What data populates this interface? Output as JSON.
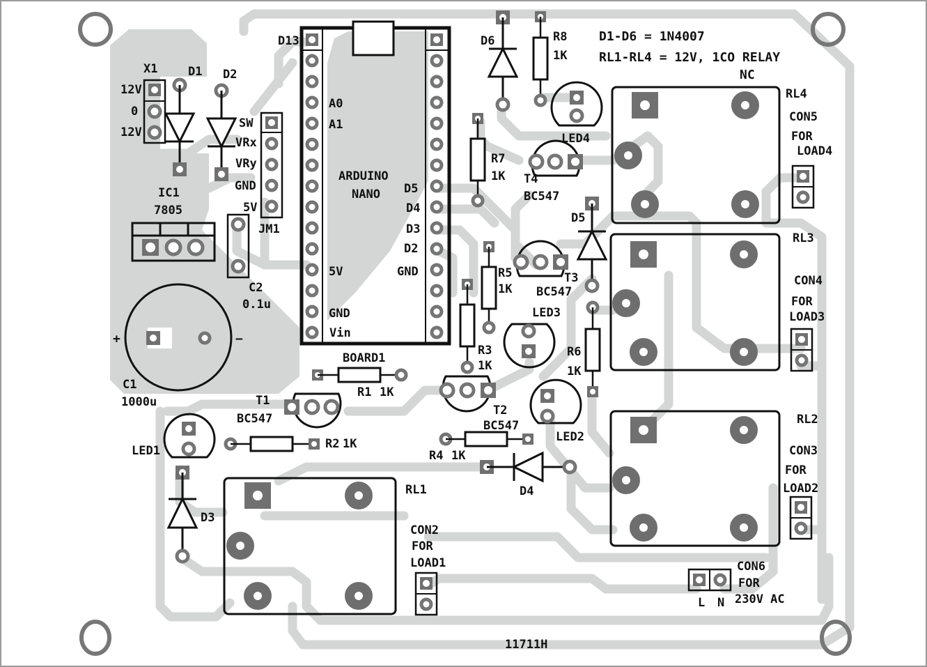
{
  "title": "Arduino Nano joystick-controlled 4-relay board PCB component layout",
  "board_code": "11711H",
  "notes": {
    "diodes": "D1-D6 = 1N4007",
    "relays": "RL1-RL4 = 12V, 1CO RELAY",
    "nc": "NC"
  },
  "colors": {
    "copper_trace": "#d4d6d6",
    "pad": "#707070",
    "silkscreen": "#111111",
    "mount_hole": "#777777"
  },
  "power": {
    "x1": {
      "ref": "X1",
      "pins": [
        "12V",
        "0",
        "12V"
      ]
    },
    "d1": "D1",
    "d2": "D2",
    "ic1": {
      "ref": "IC1",
      "value": "7805"
    },
    "c1": {
      "ref": "C1",
      "value": "1000u",
      "plus": "+",
      "minus": "−"
    },
    "c2": {
      "ref": "C2",
      "value": "0.1u"
    }
  },
  "joystick": {
    "ref": "JM1",
    "pins": [
      "SW",
      "VRx",
      "VRy",
      "GND",
      "5V"
    ]
  },
  "arduino": {
    "line1": "ARDUINO",
    "line2": "NANO",
    "left_pins": {
      "d13": "D13",
      "a0": "A0",
      "a1": "A1",
      "v5": "5V",
      "gnd": "GND",
      "vin": "Vin"
    },
    "right_pins": {
      "d5": "D5",
      "d4": "D4",
      "d3": "D3",
      "d2": "D2",
      "gnd": "GND"
    },
    "board_ref": "BOARD1"
  },
  "resistors": [
    {
      "ref": "R1",
      "value": "1K"
    },
    {
      "ref": "R2",
      "value": "1K"
    },
    {
      "ref": "R3",
      "value": "1K"
    },
    {
      "ref": "R4",
      "value": "1K"
    },
    {
      "ref": "R5",
      "value": "1K"
    },
    {
      "ref": "R6",
      "value": "1K"
    },
    {
      "ref": "R7",
      "value": "1K"
    },
    {
      "ref": "R8",
      "value": "1K"
    }
  ],
  "transistors": [
    {
      "ref": "T1",
      "value": "BC547"
    },
    {
      "ref": "T2",
      "value": "BC547"
    },
    {
      "ref": "T3",
      "value": "BC547"
    },
    {
      "ref": "T4",
      "value": "BC547"
    }
  ],
  "leds": [
    "LED1",
    "LED2",
    "LED3",
    "LED4"
  ],
  "diodes": [
    "D3",
    "D4",
    "D5",
    "D6"
  ],
  "relays": [
    "RL1",
    "RL2",
    "RL3",
    "RL4"
  ],
  "connectors": [
    {
      "ref": "CON2",
      "for": "FOR",
      "load": "LOAD1"
    },
    {
      "ref": "CON3",
      "for": "FOR",
      "load": "LOAD2"
    },
    {
      "ref": "CON4",
      "for": "FOR",
      "load": "LOAD3"
    },
    {
      "ref": "CON5",
      "for": "FOR",
      "load": "LOAD4"
    },
    {
      "ref": "CON6",
      "for": "FOR",
      "load": "230V AC",
      "pin_l": "L",
      "pin_n": "N"
    }
  ]
}
